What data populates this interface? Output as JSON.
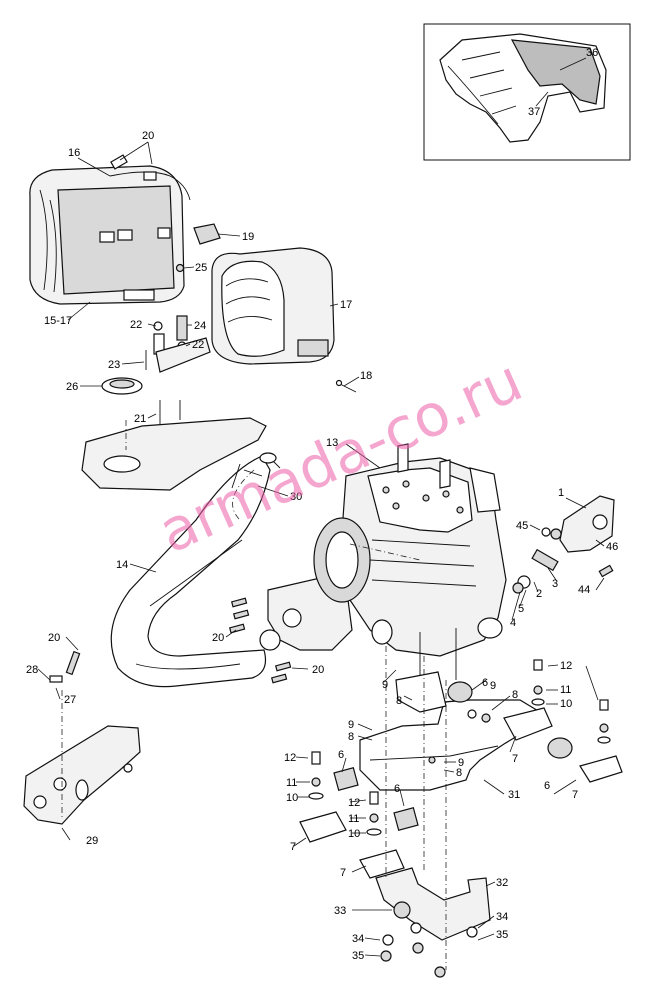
{
  "watermark": "armada-co.ru",
  "callouts": {
    "c36": "36",
    "c37": "37",
    "c20a": "20",
    "c16": "16",
    "c19": "19",
    "c25": "25",
    "c1517": "15-17",
    "c22a": "22",
    "c24": "24",
    "c22b": "22",
    "c23": "23",
    "c17": "17",
    "c26": "26",
    "c21": "21",
    "c18": "18",
    "c13": "13",
    "c30": "30",
    "c1": "1",
    "c45": "45",
    "c46": "46",
    "c14": "14",
    "c3": "3",
    "c44": "44",
    "c2": "2",
    "c20b": "20",
    "c4": "4",
    "c5": "5",
    "c20c": "20",
    "c20d": "20",
    "c28": "28",
    "c27": "27",
    "c9a": "9",
    "c6a": "6",
    "c9b": "9",
    "c12a": "12",
    "c8a": "8",
    "c8b": "8",
    "c11a": "11",
    "c10a": "10",
    "c9c": "9",
    "c8c": "8",
    "c9d": "9",
    "c8d": "8",
    "c7a": "7",
    "c6b": "6",
    "c7b": "7",
    "c12b": "12",
    "c6c": "6",
    "c11b": "11",
    "c10b": "10",
    "c31": "31",
    "c12c": "12",
    "c6d": "6",
    "c11c": "11",
    "c10c": "10",
    "c29": "29",
    "c7c": "7",
    "c7d": "7",
    "c32": "32",
    "c33": "33",
    "c34a": "34",
    "c34b": "34",
    "c35a": "35",
    "c35b": "35"
  }
}
